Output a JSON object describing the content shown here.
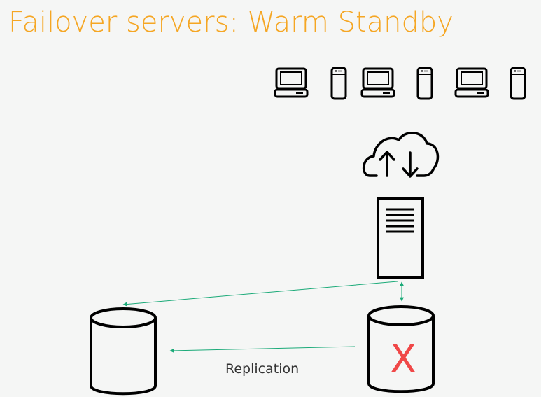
{
  "slide": {
    "title": "Failover servers: Warm Standby",
    "caption": "Replication",
    "failed_mark": "X"
  },
  "colors": {
    "title": "#f5a623",
    "stroke": "#000000",
    "arrow": "#1aaa78",
    "failed_mark": "#f04848",
    "background": "#f5f6f5"
  },
  "icons": {
    "clients": [
      "laptop-icon",
      "phone-icon",
      "laptop-icon",
      "phone-icon",
      "laptop-icon",
      "phone-icon"
    ],
    "cloud": "cloud-sync-icon",
    "server": "server-icon",
    "databases": [
      "standby-database-icon",
      "primary-database-icon"
    ]
  }
}
